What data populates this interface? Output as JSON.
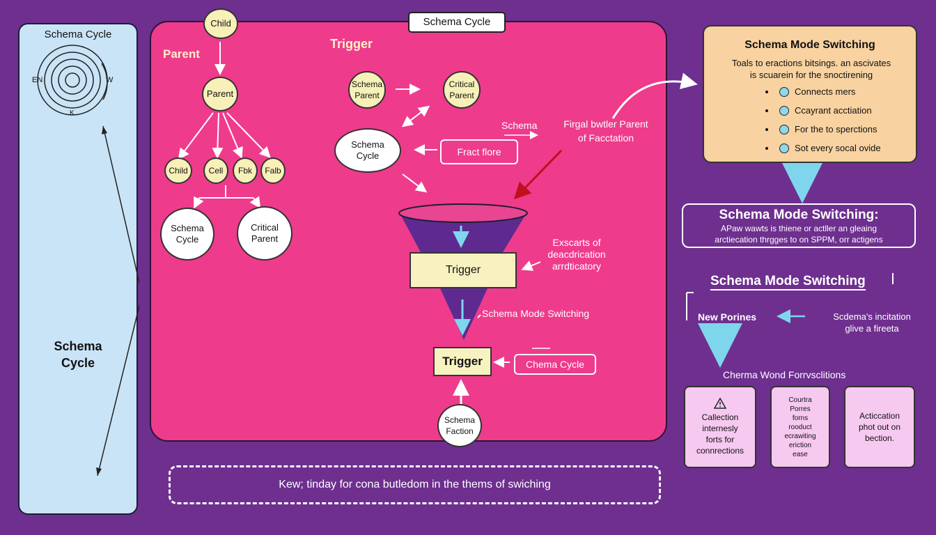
{
  "header": {
    "tab_label": "Schema Cycle"
  },
  "left_panel": {
    "title": "Schema Cycle",
    "ring_labels": {
      "left": "EN",
      "right": "W",
      "bottom": "K"
    },
    "big_label": "Schema\nCycle"
  },
  "tree": {
    "top_label": "Parent",
    "root": "Child",
    "parent": "Parent",
    "children": [
      "Child",
      "Cell",
      "Fbk",
      "Falb"
    ],
    "bottom_nodes": [
      "Schema\nCycle",
      "Critical\nParent"
    ]
  },
  "flow": {
    "trigger_heading": "Trigger",
    "schema_parent": "Schema\nParent",
    "critical_parent": "Critical\nParent",
    "schema_cycle": "Schema\nCycle",
    "schema_small": "Schema",
    "fract_box": "Fract flore",
    "side_label": "Firgal bwtler Parent\nof Facctation",
    "funnel_trigger": "Trigger",
    "excerpt": "Exscarts of\ndeacdrication\narrdticatory",
    "switching_label": "Schema Mode Switching",
    "bottom_trigger": "Trigger",
    "schema_cycle_box": "Chema Cycle",
    "schema_faction": "Schema\nFaction"
  },
  "right_panel": {
    "card": {
      "title": "Schema Mode Switching",
      "subtitle": "Toals to eractions bitsings. an ascivates\nis scuarein for the snoctirening",
      "items": [
        "Connects mers",
        "Ccayrant acctiation",
        "For the to sperctions",
        "Sot every socal ovide"
      ]
    },
    "box_title": "Schema Mode Switching:",
    "box_text": "APaw wawts is thiene or actller an gleaing\narctiecation thrgges to on SPPM, orr actigens",
    "heading2": "Schema Mode Switching",
    "new_label": "New Porines",
    "side_note": "Scdema's incitation\nglive a fireeta",
    "subheading": "Cherma Wond Forrvsclitions",
    "mini_cards": [
      {
        "text": "Callection\ninternesly\nforts for\nconnrections",
        "icon": "warning-icon"
      },
      {
        "text": "Courtra\nPorres\nforns\nrooduct\necrawiting\neriction\nease",
        "icon": ""
      },
      {
        "text": "Acticcation\nphot out on\nbection.",
        "icon": ""
      }
    ]
  },
  "footer": {
    "dashed_text": "Kew; tinday for cona butledom in the thems of swiching"
  },
  "colors": {
    "background": "#6e2f8f",
    "pink": "#ef3b8c",
    "cream": "#f7f0b8",
    "light_blue": "#c9e4f6",
    "orange": "#f8d2a0",
    "lilac": "#f6c9f0",
    "cyan_arrow": "#7fd6ec",
    "red_arrow": "#c0101c"
  }
}
